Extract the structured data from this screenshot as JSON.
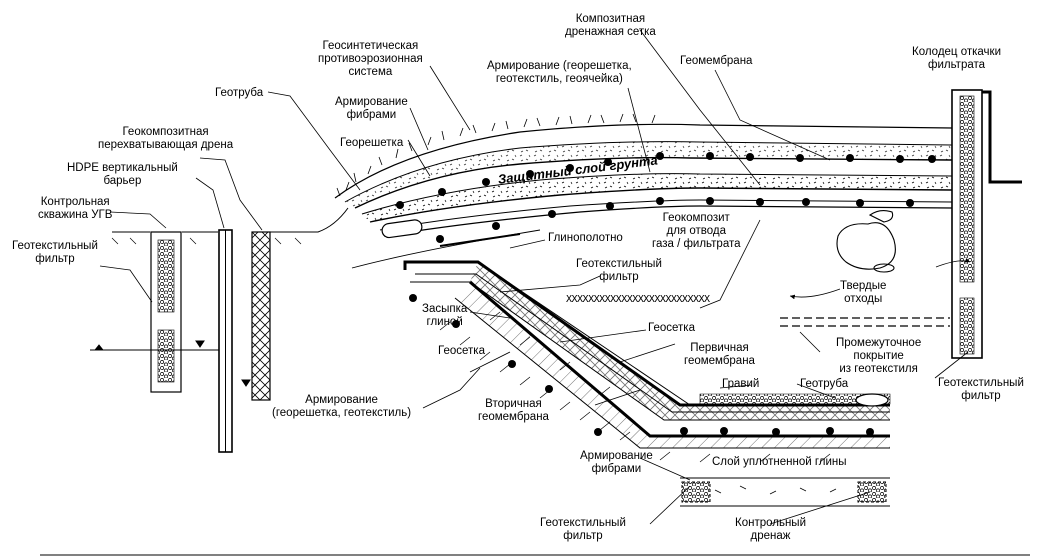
{
  "labels": {
    "geosynthetic_erosion": "Геосинтетическая\nпротивоэрозионная\nсистема",
    "composite_drain_net": "Композитная\nдренажная сетка",
    "reinforcement_top": "Армирование (георешетка,\nгеотекстиль, геоячейка)",
    "geomembrane": "Геомембрана",
    "leachate_well": "Колодец откачки\nфильтрата",
    "geotube": "Геотруба",
    "fiber_reinf_top": "Армирование\nфибрами",
    "geocomposite_interceptor": "Геокомпозитная\nперехватывающая дрена",
    "geogrid_top": "Георешетка",
    "protective_soil": "Защитный слой грунта",
    "hdpe_barrier": "HDPE вертикальный\nбарьер",
    "monitoring_well": "Контрольная\nскважина УГВ",
    "geotextile_filter_left": "Геотекстильный\nфильтр",
    "clay_liner": "Глинополотно",
    "gas_geocomposite": "Геокомпозит\nдля отвода\nгаза / фильтрата",
    "geotextile_filter_mid": "Геотекстильный\nфильтр",
    "clay_backfill": "Засыпка\nглиной",
    "geonet": "Геосетка",
    "solid_waste": "Твердые\nотходы",
    "intermediate_cover": "Промежуточное\nпокрытие\nиз геотекстиля",
    "geogrid_mid": "Геосетка",
    "primary_geomembrane": "Первичная\nгеомембрана",
    "reinforcement_mid": "Армирование\n(георешетка, геотекстиль)",
    "gravel": "Гравий",
    "geotube_bottom": "Геотруба",
    "geotextile_filter_right": "Геотекстильный\nфильтр",
    "secondary_geomembrane": "Вторичная\nгеомембрана",
    "fiber_reinf_bottom": "Армирование\nфибрами",
    "compacted_clay": "Слой уплотненной глины",
    "geotextile_filter_bottom": "Геотекстильный\nфильтр",
    "monitoring_drain": "Контрольный\nдренаж"
  },
  "decor": {
    "cross_pattern": "XXXXXXXXXXXXXXXXXXXXXXXXXX"
  }
}
